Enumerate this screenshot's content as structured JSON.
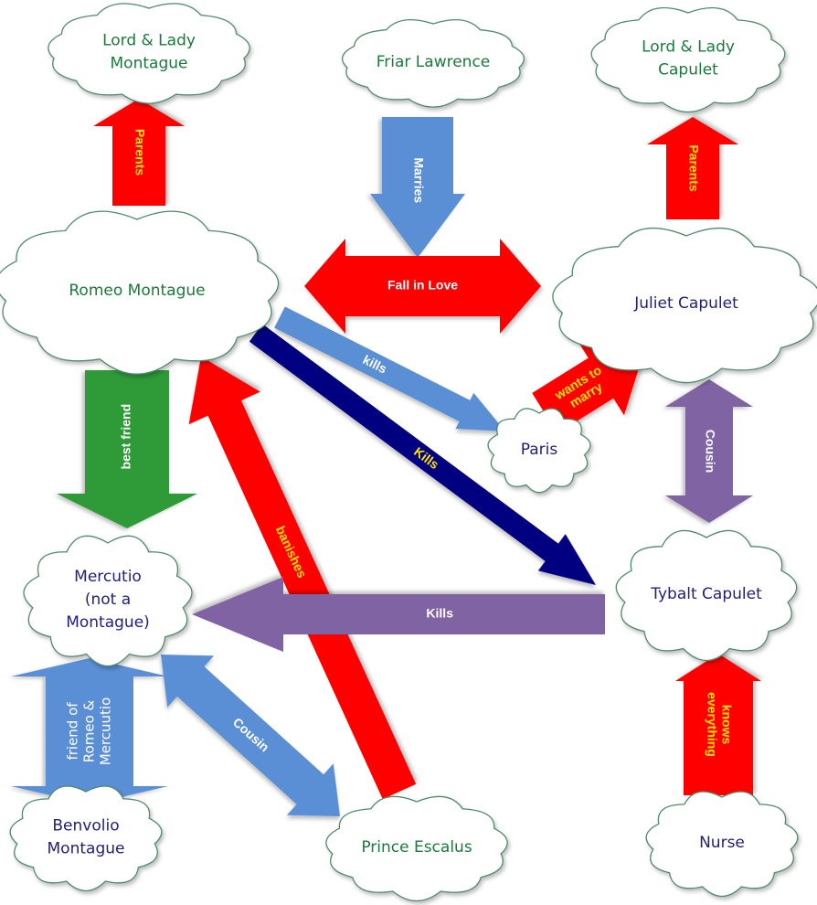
{
  "colors": {
    "green_text": "#1a7a3a",
    "navy_text": "#1f1f7a",
    "red": "#ff0000",
    "blue": "#5a8fd6",
    "navy": "#000080",
    "purple": "#8064a2",
    "green": "#2e9a38",
    "white_text": "#ffffff",
    "yellow_text": "#ffe000",
    "cloud_stroke": "#4f8a6a"
  },
  "nodes": {
    "montague_parents": [
      "Lord & Lady",
      "Montague"
    ],
    "friar": [
      "Friar Lawrence"
    ],
    "capulet_parents": [
      "Lord & Lady",
      "Capulet"
    ],
    "romeo": [
      "Romeo Montague"
    ],
    "juliet": [
      "Juliet Capulet"
    ],
    "paris": [
      "Paris"
    ],
    "mercutio": [
      "Mercutio",
      "(not a",
      "Montague)"
    ],
    "tybalt": [
      "Tybalt Capulet"
    ],
    "benvolio": [
      "Benvolio",
      "Montague"
    ],
    "prince": [
      "Prince Escalus"
    ],
    "nurse": [
      "Nurse"
    ]
  },
  "relations": {
    "parents_montague": "Parents",
    "parents_capulet": "Parents",
    "marries": "Marries",
    "fall_in_love": "Fall in Love",
    "romeo_kills_paris": "kills",
    "paris_wants": [
      "wants to",
      "marry"
    ],
    "romeo_kills_tybalt": "Kills",
    "best_friend": "best friend",
    "banishes": "banishes",
    "cousin_juliet_tybalt": "Cousin",
    "tybalt_kills_mercutio": "Kills",
    "benvolio_friend": [
      "friend of",
      "Romeo &",
      "Mercuutio"
    ],
    "cousin_mercutio_prince": "Cousin",
    "nurse_knows": [
      "knows",
      "everything"
    ]
  }
}
